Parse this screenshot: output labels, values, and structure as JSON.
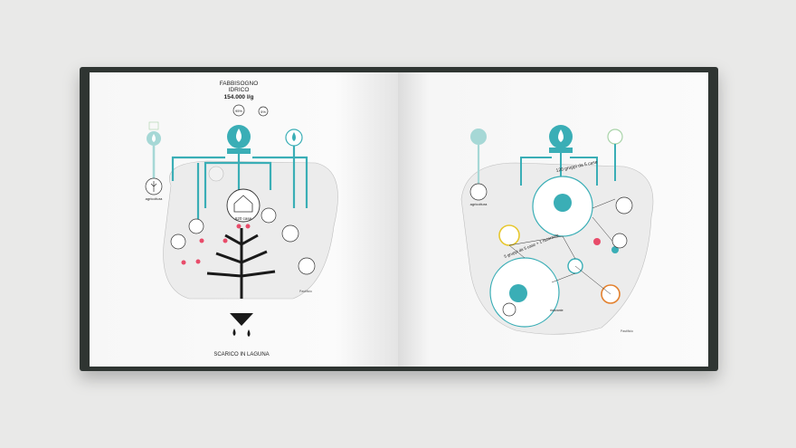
{
  "left_page": {
    "title_line1": "FABBISOGNO",
    "title_line2": "IDRICO",
    "title_value": "154.000 l/g",
    "pct_a": "95%",
    "pct_b": "5%",
    "label_agriculture": "agricoltura",
    "label_houses": "620 case",
    "label_discharge": "SCARICO IN LAGUNA",
    "label_signature": "Pastificio"
  },
  "right_page": {
    "label_agriculture": "agricoltura",
    "label_group_top": "120 gruppi da 5 case",
    "label_group_bottom": "5 gruppi da 5 case + 1 ristorante",
    "label_restaurant": "ristorante",
    "label_signature": "Pastificio"
  },
  "colors": {
    "teal": "#3aaeb6",
    "teal_light": "#a6d8d6",
    "green_light": "#a8d3a8",
    "pink": "#e84c6a",
    "yellow": "#e7c72e",
    "orange": "#e3802d",
    "black": "#1a1a1a",
    "cover": "#2f3532"
  }
}
